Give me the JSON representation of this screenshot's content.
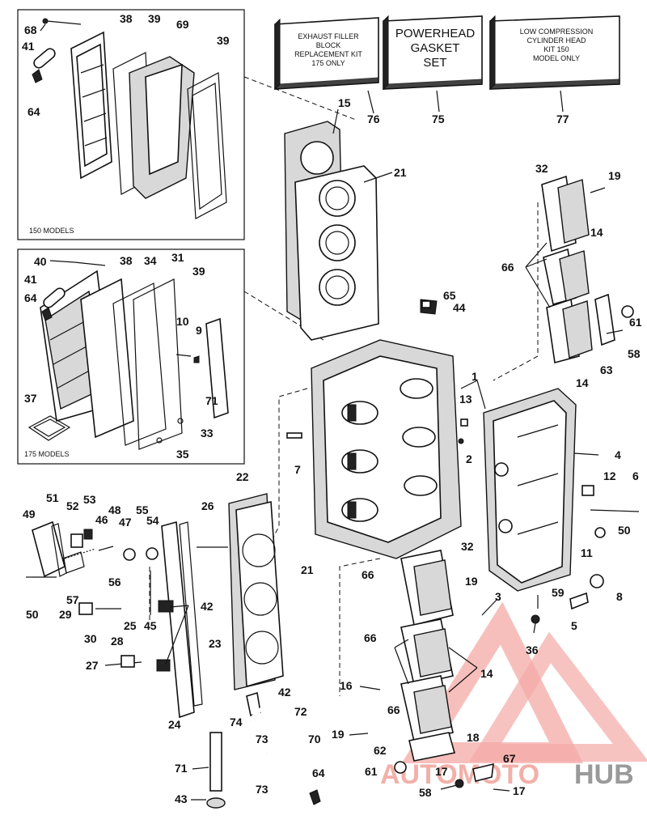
{
  "kits": [
    {
      "id": "exhaust-filler-kit",
      "lines": [
        "EXHAUST FILLER",
        "BLOCK",
        "REPLACEMENT KIT",
        "175 ONLY"
      ],
      "number": "76"
    },
    {
      "id": "powerhead-gasket-set",
      "lines": [
        "POWERHEAD",
        "GASKET",
        "SET"
      ],
      "number": "75"
    },
    {
      "id": "low-compression-kit",
      "lines": [
        "LOW COMPRESSION",
        "CYLINDER HEAD",
        "KIT 150",
        "MODEL ONLY"
      ],
      "number": "77"
    }
  ],
  "insets": {
    "top_caption": "150 MODELS",
    "bottom_caption": "175 MODELS"
  },
  "callouts": [
    {
      "n": "68"
    },
    {
      "n": "38"
    },
    {
      "n": "39"
    },
    {
      "n": "69"
    },
    {
      "n": "39"
    },
    {
      "n": "41"
    },
    {
      "n": "64"
    },
    {
      "n": "40"
    },
    {
      "n": "38"
    },
    {
      "n": "34"
    },
    {
      "n": "31"
    },
    {
      "n": "39"
    },
    {
      "n": "41"
    },
    {
      "n": "64"
    },
    {
      "n": "10"
    },
    {
      "n": "9"
    },
    {
      "n": "71"
    },
    {
      "n": "37"
    },
    {
      "n": "33"
    },
    {
      "n": "35"
    },
    {
      "n": "15"
    },
    {
      "n": "21"
    },
    {
      "n": "65"
    },
    {
      "n": "44"
    },
    {
      "n": "32"
    },
    {
      "n": "19"
    },
    {
      "n": "14"
    },
    {
      "n": "66"
    },
    {
      "n": "61"
    },
    {
      "n": "58"
    },
    {
      "n": "63"
    },
    {
      "n": "14"
    },
    {
      "n": "1"
    },
    {
      "n": "13"
    },
    {
      "n": "2"
    },
    {
      "n": "4"
    },
    {
      "n": "7"
    },
    {
      "n": "12"
    },
    {
      "n": "6"
    },
    {
      "n": "50"
    },
    {
      "n": "11"
    },
    {
      "n": "22"
    },
    {
      "n": "26"
    },
    {
      "n": "21"
    },
    {
      "n": "51"
    },
    {
      "n": "52"
    },
    {
      "n": "53"
    },
    {
      "n": "55"
    },
    {
      "n": "49"
    },
    {
      "n": "46"
    },
    {
      "n": "48"
    },
    {
      "n": "47"
    },
    {
      "n": "54"
    },
    {
      "n": "56"
    },
    {
      "n": "57"
    },
    {
      "n": "50"
    },
    {
      "n": "45"
    },
    {
      "n": "25"
    },
    {
      "n": "42"
    },
    {
      "n": "29"
    },
    {
      "n": "30"
    },
    {
      "n": "28"
    },
    {
      "n": "27"
    },
    {
      "n": "23"
    },
    {
      "n": "24"
    },
    {
      "n": "32"
    },
    {
      "n": "66"
    },
    {
      "n": "19"
    },
    {
      "n": "3"
    },
    {
      "n": "59"
    },
    {
      "n": "8"
    },
    {
      "n": "5"
    },
    {
      "n": "36"
    },
    {
      "n": "66"
    },
    {
      "n": "14"
    },
    {
      "n": "16"
    },
    {
      "n": "66"
    },
    {
      "n": "19"
    },
    {
      "n": "18"
    },
    {
      "n": "62"
    },
    {
      "n": "17"
    },
    {
      "n": "67"
    },
    {
      "n": "61"
    },
    {
      "n": "58"
    },
    {
      "n": "17"
    },
    {
      "n": "42"
    },
    {
      "n": "72"
    },
    {
      "n": "74"
    },
    {
      "n": "73"
    },
    {
      "n": "70"
    },
    {
      "n": "71"
    },
    {
      "n": "73"
    },
    {
      "n": "64"
    },
    {
      "n": "43"
    }
  ],
  "watermark": {
    "part1": "AUTOMOTO",
    "part2": "HUB",
    "color": "#e8505b",
    "gray": "#9a9a9a"
  }
}
